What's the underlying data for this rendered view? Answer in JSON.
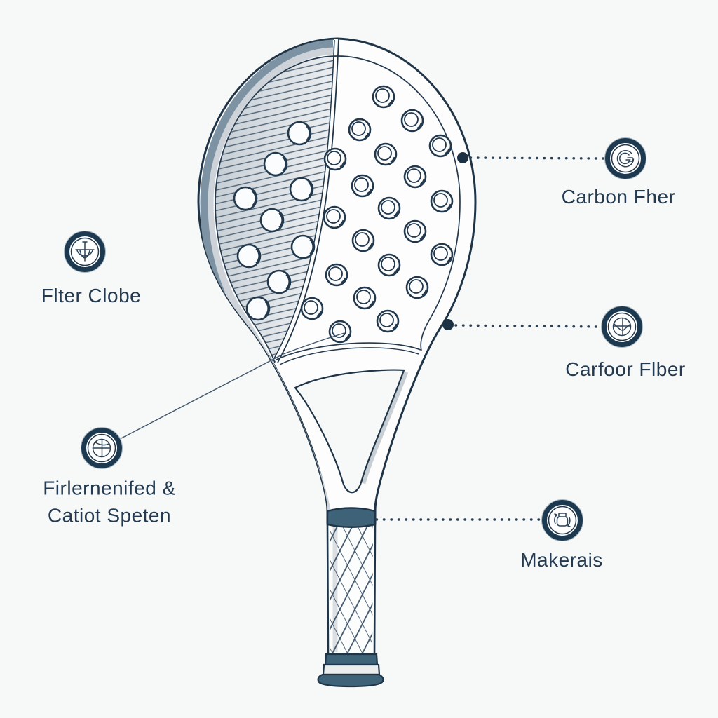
{
  "diagram": {
    "subject": "padel racket anatomy illustration",
    "colors": {
      "background": "#f7f8f8",
      "outline_navy": "#1f3547",
      "text": "#233a50",
      "rim_slate": "#7d93a3",
      "rim_gray": "#cdd3d8",
      "grip_band_teal": "#3e6378",
      "hatch_line": "#4e6274",
      "connector_dot": "#1c3144"
    },
    "callouts": [
      {
        "id": "carbon-fiber-top",
        "label": "Carbon Fher",
        "icon": "swirl-circle-icon",
        "connector": "dotted"
      },
      {
        "id": "filter-globe",
        "label": "Flter Clobe",
        "icon": "spinning-top-circle-icon",
        "connector": "none"
      },
      {
        "id": "carbon-fiber-right",
        "label": "Carfoor Flber",
        "icon": "globe-chord-circle-icon",
        "connector": "dotted"
      },
      {
        "id": "reinforced-carbon",
        "label_line1": "Firlernenifed &",
        "label_line2": "Catiot Speten",
        "icon": "globe-cross-circle-icon",
        "connector": "solid"
      },
      {
        "id": "materials",
        "label": "Makerais",
        "icon": "jar-recycle-circle-icon",
        "connector": "dotted"
      }
    ]
  }
}
